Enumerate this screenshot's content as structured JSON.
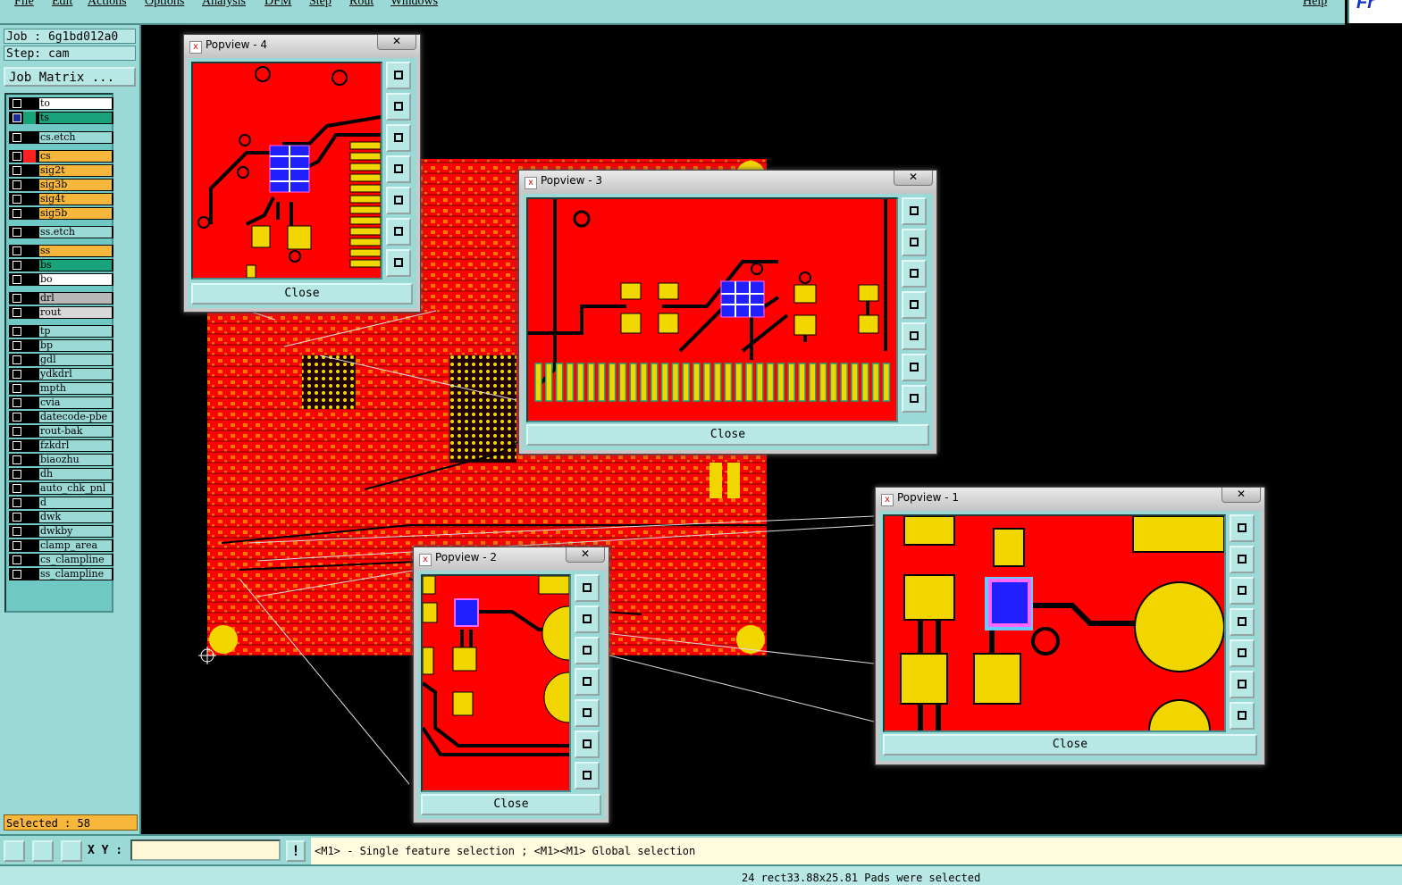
{
  "menu": [
    "File",
    "Edit",
    "Actions",
    "Options",
    "Analysis",
    "DFM",
    "Step",
    "Rout",
    "Windows"
  ],
  "help_label": "Help",
  "logo_text": "Fr",
  "job_label": "Job : 6g1bd012a0",
  "step_label": "Step: cam",
  "job_matrix_label": "Job Matrix ...",
  "layers": [
    {
      "name": "to",
      "color": "#ffffff"
    },
    {
      "name": "ts",
      "color": "#1aa37a",
      "active": true
    },
    {
      "name": "cs.etch",
      "color": "#9ad9d6"
    },
    {
      "name": "cs",
      "color": "#f6b73c",
      "indicator": "#ff2020"
    },
    {
      "name": "sig2t",
      "color": "#f6b73c"
    },
    {
      "name": "sig3b",
      "color": "#f6b73c"
    },
    {
      "name": "sig4t",
      "color": "#f6b73c"
    },
    {
      "name": "sig5b",
      "color": "#f6b73c"
    },
    {
      "name": "ss.etch",
      "color": "#9ad9d6"
    },
    {
      "name": "ss",
      "color": "#f6b73c"
    },
    {
      "name": "bs",
      "color": "#1aa37a"
    },
    {
      "name": "bo",
      "color": "#ffffff"
    },
    {
      "name": "drl",
      "color": "#b8b8b8"
    },
    {
      "name": "rout",
      "color": "#d8d8d8"
    },
    {
      "name": "tp",
      "color": "#9ad9d6"
    },
    {
      "name": "bp",
      "color": "#9ad9d6"
    },
    {
      "name": "gdl",
      "color": "#9ad9d6"
    },
    {
      "name": "ydkdrl",
      "color": "#9ad9d6"
    },
    {
      "name": "mpth",
      "color": "#9ad9d6"
    },
    {
      "name": "cvia",
      "color": "#9ad9d6"
    },
    {
      "name": "datecode-pbe",
      "color": "#9ad9d6"
    },
    {
      "name": "rout-bak",
      "color": "#9ad9d6"
    },
    {
      "name": "fzkdrl",
      "color": "#9ad9d6"
    },
    {
      "name": "biaozhu",
      "color": "#9ad9d6"
    },
    {
      "name": "dh",
      "color": "#9ad9d6"
    },
    {
      "name": "auto_chk_pnl",
      "color": "#9ad9d6"
    },
    {
      "name": "d",
      "color": "#9ad9d6"
    },
    {
      "name": "dwk",
      "color": "#9ad9d6"
    },
    {
      "name": "dwkby",
      "color": "#9ad9d6"
    },
    {
      "name": "clamp_area",
      "color": "#9ad9d6"
    },
    {
      "name": "cs_clampline",
      "color": "#9ad9d6"
    },
    {
      "name": "ss_clampline",
      "color": "#9ad9d6"
    }
  ],
  "selected_label": "Selected : 58",
  "xy_label": "X Y :",
  "xy_value": "",
  "excl_label": "!",
  "status_message": "<M1> - Single feature selection ; <M1><M1> Global selection",
  "status_bottom": "24 rect33.88x25.81 Pads were selected",
  "popviews": [
    {
      "title": "Popview - 4",
      "close_x": "✕",
      "close_label": "Close"
    },
    {
      "title": "Popview - 3",
      "close_x": "✕",
      "close_label": "Close"
    },
    {
      "title": "Popview - 1",
      "close_x": "✕",
      "close_label": "Close"
    },
    {
      "title": "Popview - 2",
      "close_x": "✕",
      "close_label": "Close"
    }
  ],
  "colors": {
    "board": "#ff0000",
    "pad": "#f2d600",
    "trace": "#000000",
    "selected": "#2020ff",
    "panel": "#9ad9d6"
  }
}
